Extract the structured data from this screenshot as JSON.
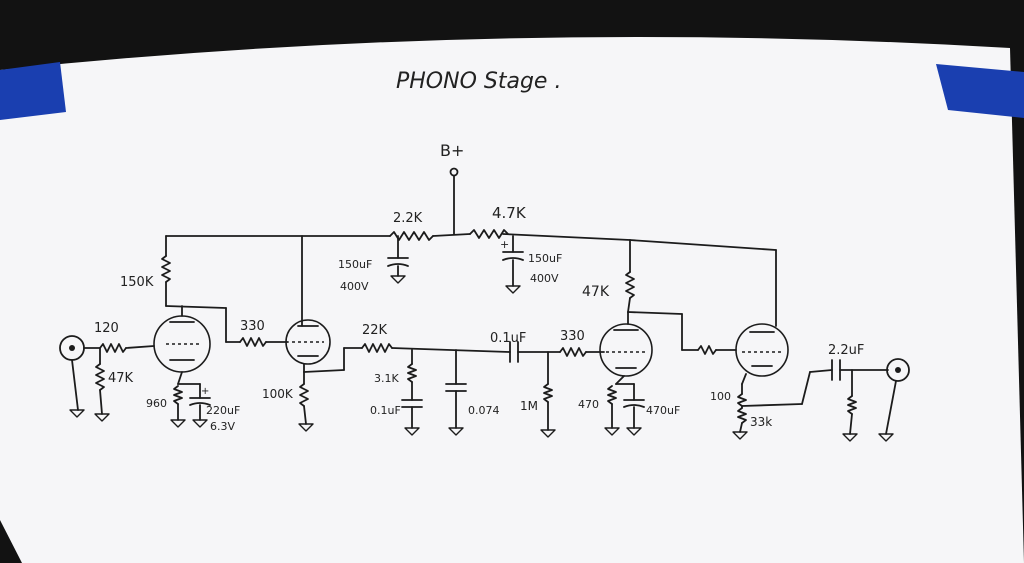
{
  "title": "PHONO Stage .",
  "supply": "B+",
  "labels": {
    "r_in": "120",
    "r_grid1": "47K",
    "r_plate1": "150K",
    "r_cath1": "960",
    "c_cath1": "220uF",
    "c_cath1_v": "6.3V",
    "r_grid2": "330",
    "r_cath2": "100K",
    "r_supply1": "2.2K",
    "r_supply2": "4.7K",
    "c_supply1": "150uF",
    "c_supply1_v": "400V",
    "c_supply2": "150uF",
    "c_supply2_v": "400V",
    "r_eq1": "22K",
    "r_eq2": "3.1K",
    "c_eq1": "0.1uF",
    "c_eq2": "0.074",
    "c_couple": "0.1uF",
    "r_grid3": "330",
    "r_leak3": "1M",
    "r_plate3": "47K",
    "r_cath3": "470",
    "c_cath3": "470uF",
    "r_cath4": "100",
    "r_cath4b": "33k",
    "c_out": "2.2uF"
  },
  "colors": {
    "paper": "#f7f7f9",
    "tape": "#1a3fb0",
    "ink": "#1c1c1c",
    "background": "#111111"
  }
}
